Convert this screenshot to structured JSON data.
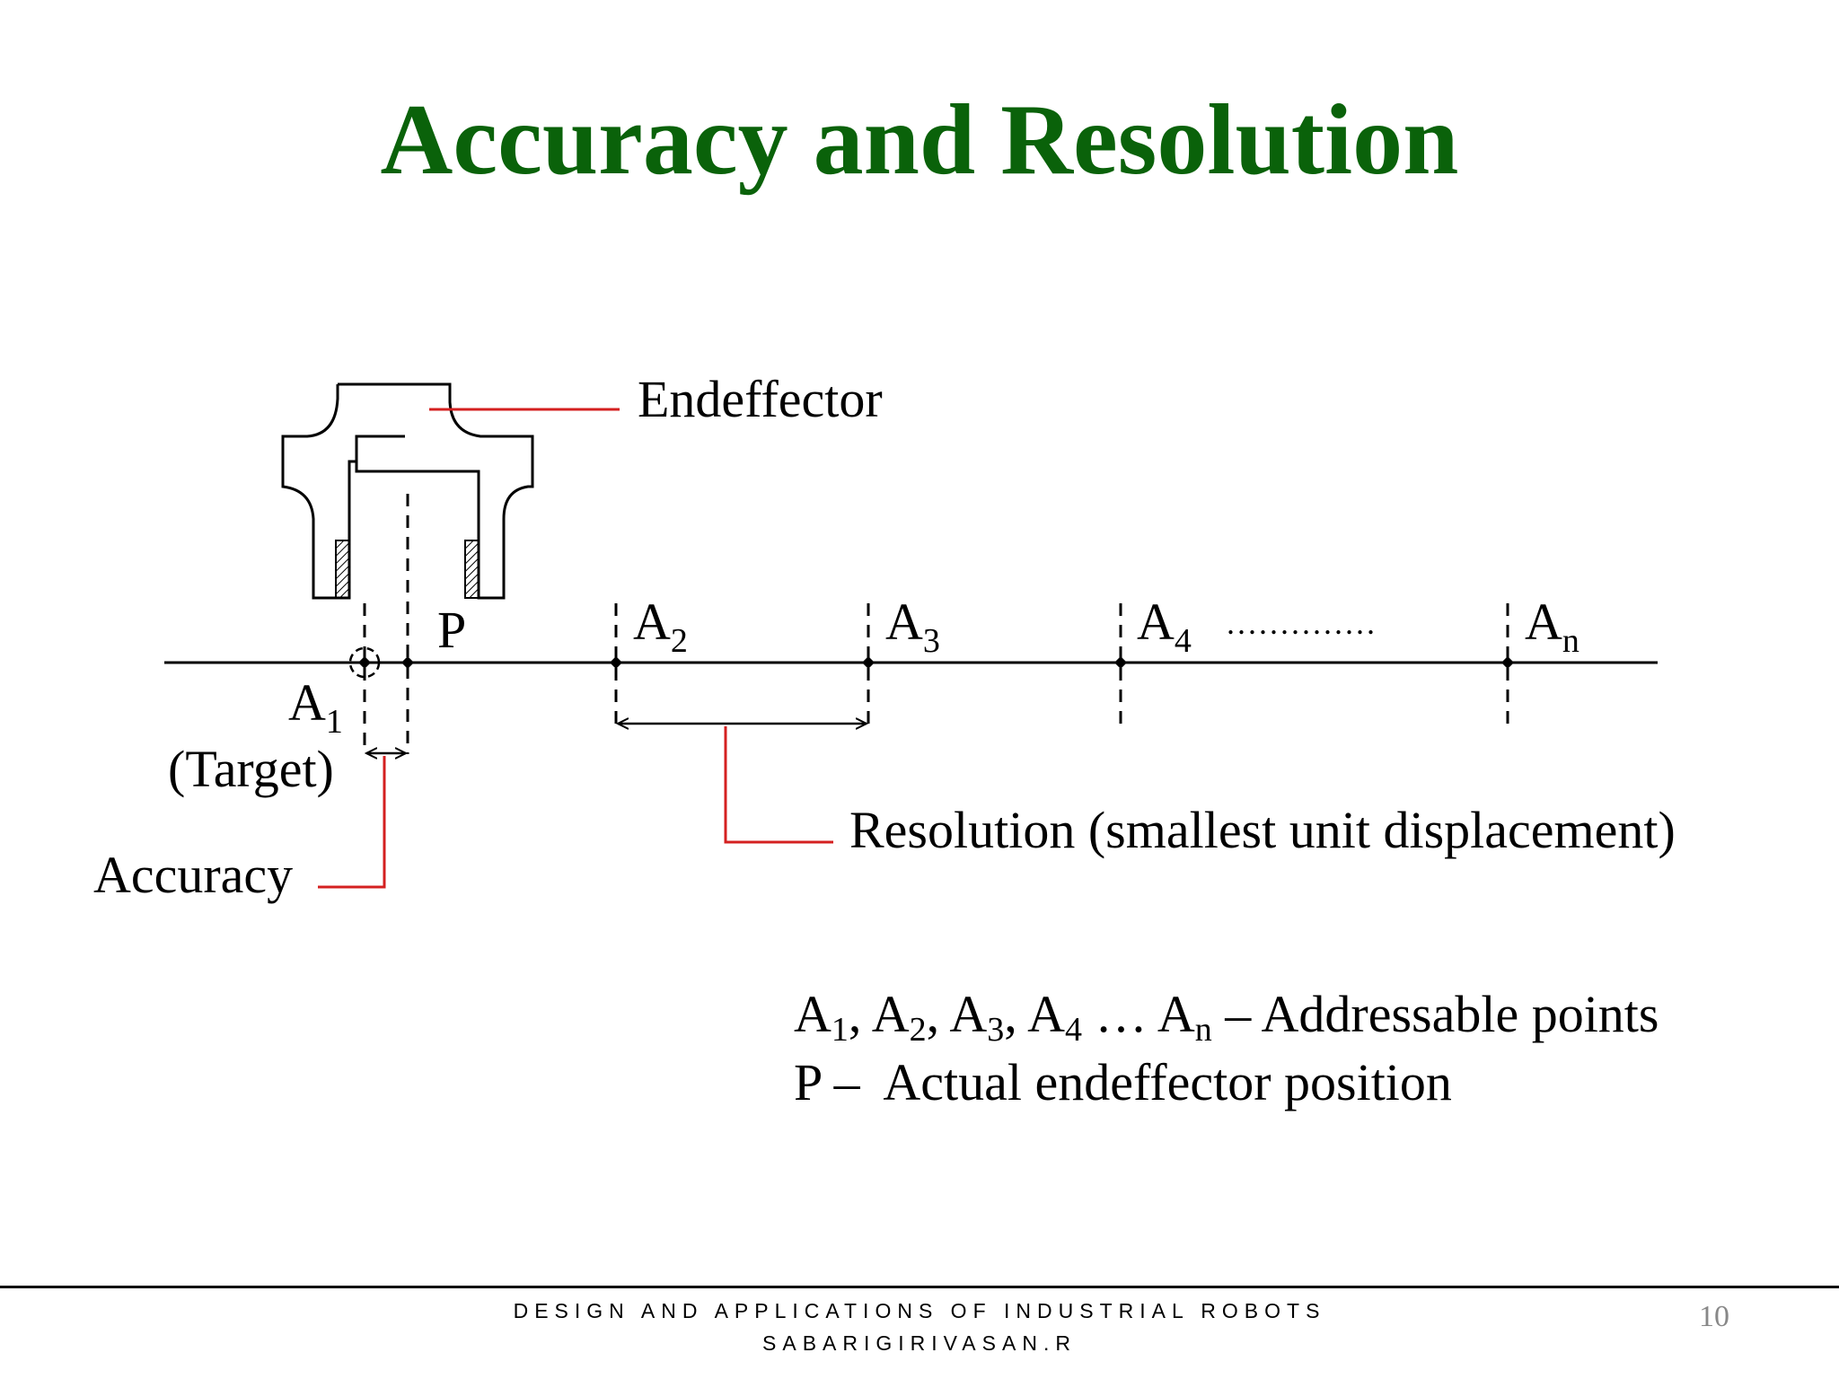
{
  "slide": {
    "title": "Accuracy and Resolution"
  },
  "diagram": {
    "endeffector_label": "Endeffector",
    "p_label": "P",
    "target_label": "(Target)",
    "accuracy_label": "Accuracy",
    "resolution_label": "Resolution (smallest unit displacement)",
    "points": [
      {
        "letter": "A",
        "subscript": "1"
      },
      {
        "letter": "A",
        "subscript": "2"
      },
      {
        "letter": "A",
        "subscript": "3"
      },
      {
        "letter": "A",
        "subscript": "4"
      },
      {
        "letter": "A",
        "subscript": "n"
      }
    ],
    "ellipsis": "..............",
    "colors": {
      "leader_line": "#d42020",
      "title": "#0a620a"
    }
  },
  "legend": {
    "line1": {
      "terms": [
        {
          "letter": "A",
          "subscript": "1",
          "after": ", "
        },
        {
          "letter": "A",
          "subscript": "2",
          "after": ", "
        },
        {
          "letter": "A",
          "subscript": "3",
          "after": ", "
        },
        {
          "letter": "A",
          "subscript": "4",
          "after": " … "
        },
        {
          "letter": "A",
          "subscript": "n",
          "after": " "
        }
      ],
      "description": "– Addressable points"
    },
    "line2": {
      "symbol": "P",
      "dash": " –  ",
      "description": "Actual endeffector position"
    }
  },
  "footer": {
    "course": "DESIGN AND APPLICATIONS OF INDUSTRIAL ROBOTS",
    "author": "SABARIGIRIVASAN.R",
    "page_number": "10"
  }
}
